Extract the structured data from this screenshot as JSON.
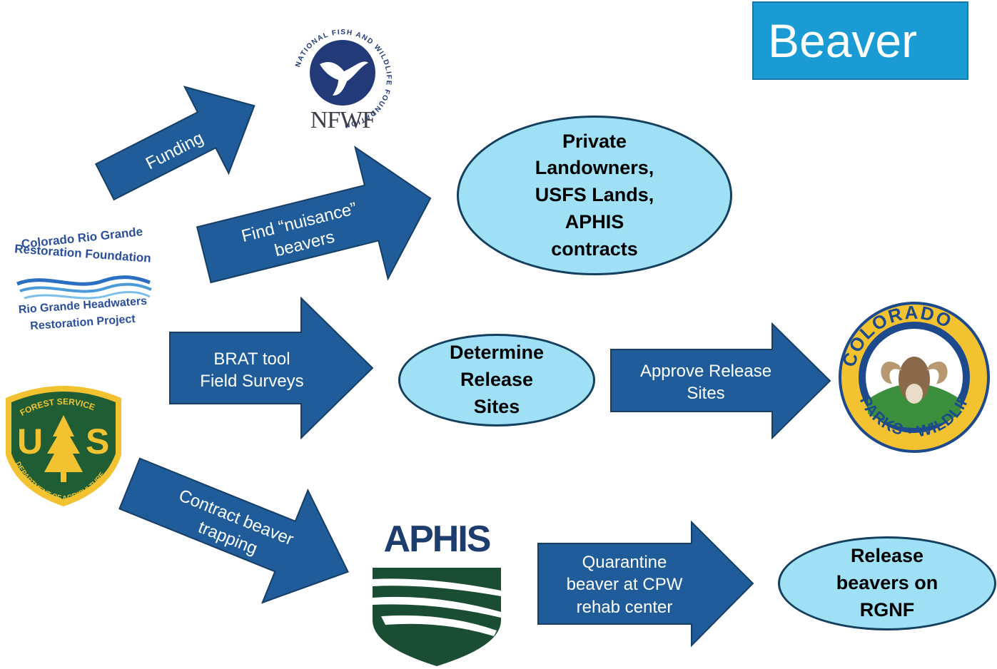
{
  "title": "Beaver",
  "arrows": {
    "funding": "Funding",
    "find_nuisance": "Find “nuisance”\nbeavers",
    "brat": "BRAT tool\nField Surveys",
    "approve": "Approve Release\nSites",
    "contract": "Contract beaver\ntrapping",
    "quarantine": "Quarantine\nbeaver at CPW\nrehab center"
  },
  "nodes": {
    "private": "Private\nLandowners,\nUSFS Lands,\nAPHIS\ncontracts",
    "determine": "Determine\nRelease\nSites",
    "release": "Release\nbeavers on\nRGNF"
  },
  "logos": {
    "nfwf_ring": "NATIONAL FISH AND WILDLIFE FOUNDATION",
    "nfwf_abbr": "NFWF",
    "crgrf_line1": "Colorado Rio Grande",
    "crgrf_line2": "Restoration Foundation",
    "rghrp_line1": "Rio Grande Headwaters",
    "rghrp_line2": "Restoration Project",
    "usfs_top": "FOREST SERVICE",
    "usfs_u": "U",
    "usfs_s": "S",
    "usfs_bottom": "DEPARTMENT OF AGRICULTURE",
    "aphis": "APHIS",
    "cpw_top": "COLORADO",
    "cpw_bottom": "PARKS • WILDLIFE"
  },
  "colors": {
    "title_bg": "#1a9bd3",
    "arrow_fill": "#1f5c99",
    "arrow_stroke": "#173f66",
    "ellipse_fill": "#9fe0f5",
    "aphis_navy": "#1c3d6e",
    "aphis_green": "#1b4d34"
  }
}
